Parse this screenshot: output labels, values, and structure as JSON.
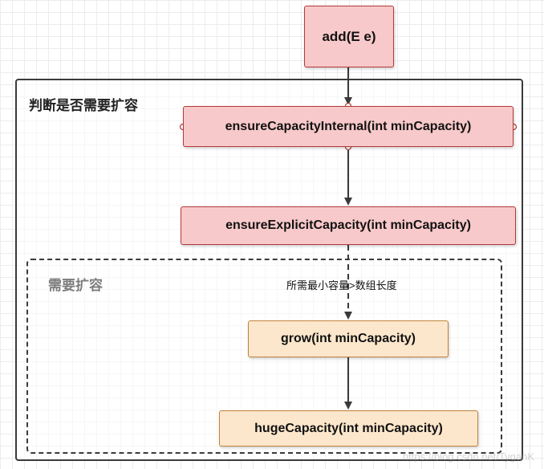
{
  "diagram": {
    "frames": {
      "outer": "判断是否需要扩容",
      "inner": "需要扩容"
    },
    "nodes": {
      "add": "add(E e)",
      "internal": "ensureCapacityInternal(int minCapacity)",
      "explicit": "ensureExplicitCapacity(int minCapacity)",
      "grow": "grow(int minCapacity)",
      "huge": "hugeCapacity(int minCapacity)"
    },
    "edges": [
      {
        "from": "add",
        "to": "internal",
        "style": "solid",
        "label": ""
      },
      {
        "from": "internal",
        "to": "explicit",
        "style": "solid",
        "label": ""
      },
      {
        "from": "explicit",
        "to": "grow",
        "style": "dashed",
        "label": "所需最小容量>数组长度"
      },
      {
        "from": "grow",
        "to": "huge",
        "style": "solid",
        "label": ""
      }
    ],
    "edge_label": "所需最小容量>数组长度",
    "watermark": "https://blog.csdn.net/TyganK"
  },
  "colors": {
    "node_pink": "#f8c9ca",
    "node_orange": "#fde7cc",
    "line": "#3a3a3a"
  }
}
